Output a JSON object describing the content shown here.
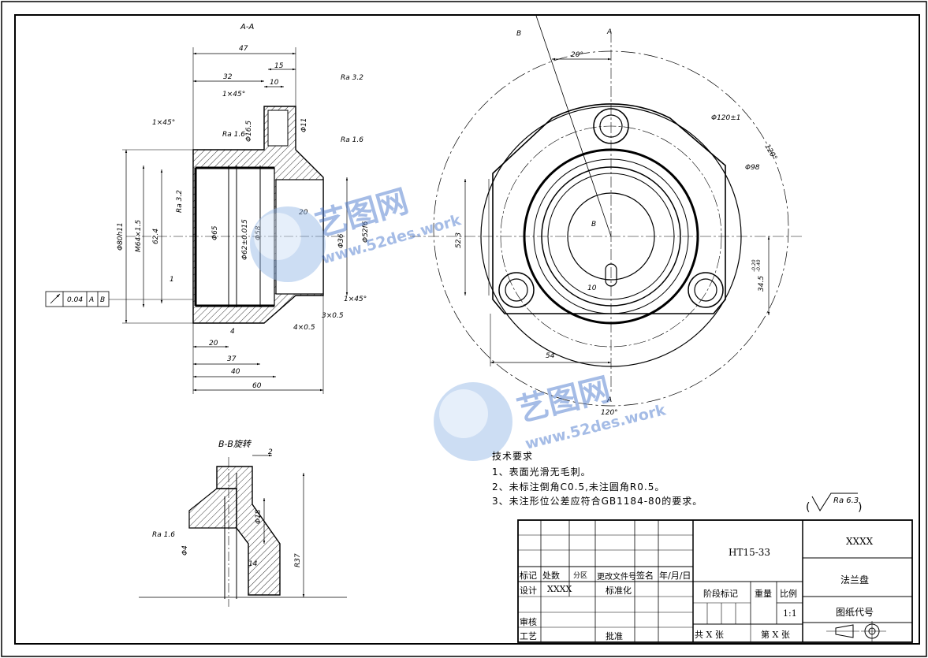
{
  "watermark": {
    "brand": "艺图网",
    "url": "www.52des.work"
  },
  "section_aa": {
    "title": "A-A",
    "dims": {
      "d47": "47",
      "d15": "15",
      "d32": "32",
      "d10": "10",
      "ch1": "1×45°",
      "ch2": "1×45°",
      "ra32": "Ra 3.2",
      "ra16a": "Ra 1.6",
      "ra16b": "Ra 1.6",
      "ra32b": "Ra 3.2",
      "d165": "Φ16.5",
      "d11": "Φ11",
      "d80": "Φ80h11",
      "m64": "M64×1.5",
      "d624": "62.4",
      "d65": "Φ65",
      "d62": "Φ62±0.015",
      "d58": "Φ58",
      "d20a": "20",
      "d36": "Φ36",
      "d52": "Φ52f6",
      "d1": "1",
      "tol1": "0.04",
      "tolA": "A",
      "tolB": "B",
      "ch3": "1×45°",
      "ch4": "3×0.5",
      "ch5": "4×0.5",
      "d4": "4",
      "d20b": "20",
      "d37": "37",
      "d40": "40",
      "d60": "60"
    }
  },
  "front_view": {
    "labels": {
      "B1": "B",
      "A1": "A",
      "ang20": "20°",
      "d120": "Φ120±1",
      "ang120": "120°",
      "d98": "Φ98",
      "B2": "B",
      "d523": "52.3",
      "d345": "34.5",
      "tolp": "-0.20",
      "tolm": "-0.40",
      "d54": "54",
      "ang120b": "120°",
      "A2": "A",
      "r10": "10"
    }
  },
  "section_bb": {
    "title": "B-B旋转",
    "d2": "2",
    "ra16": "Ra 1.6",
    "d18": "Φ18",
    "d4": "Φ4",
    "r37": "R37",
    "d14": "14"
  },
  "notes": {
    "title": "技术要求",
    "lines": [
      "1、表面光滑无毛刺。",
      "2、未标注倒角C0.5,未注圆角R0.5。",
      "3、未注形位公差应符合GB1184-80的要求。"
    ]
  },
  "roughness": {
    "value": "Ra 6.3"
  },
  "title_block": {
    "material": "HT15-33",
    "code": "XXXX",
    "name": "法兰盘",
    "drawing_no": "图纸代号",
    "row_labels": [
      "标记",
      "处数",
      "分区",
      "更改文件号",
      "签名",
      "年/月/日"
    ],
    "design": "设计",
    "designer": "XXXX",
    "std": "标准化",
    "stage": "阶段标记",
    "weight": "重量",
    "scale_label": "比例",
    "scale": "1:1",
    "review": "审核",
    "process": "工艺",
    "approve": "批准",
    "total": "共  X  张",
    "sheet": "第  X  张"
  }
}
